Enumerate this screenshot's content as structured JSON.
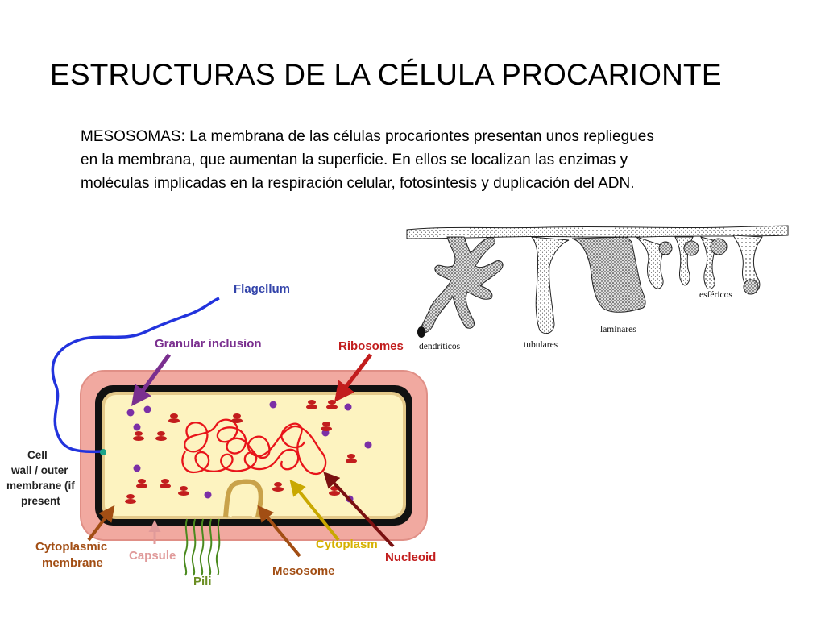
{
  "slide": {
    "title": "ESTRUCTURAS DE LA CÉLULA PROCARIONTE",
    "paragraph_lines": [
      "MESOSOMAS: La membrana de las células procariontes presentan unos repliegues",
      "en la membrana, que aumentan la superficie. En ellos se localizan las enzimas y",
      "moléculas implicadas en la respiración celular, fotosíntesis y duplicación del ADN."
    ]
  },
  "mesosome_figure": {
    "labels": {
      "dendritic": "dendríticos",
      "tubular": "tubulares",
      "laminar": "laminares",
      "spherical": "esféricos"
    }
  },
  "cell_diagram": {
    "labels": {
      "flagellum": "Flagellum",
      "granular_inclusion": "Granular inclusion",
      "ribosomes": "Ribosomes",
      "cell_wall": [
        "Cell",
        "wall / outer",
        "membrane (if",
        "present"
      ],
      "cytoplasmic_membrane": [
        "Cytoplasmic",
        "membrane"
      ],
      "capsule": "Capsule",
      "pili": "Pili",
      "mesosome": "Mesosome",
      "cytoplasm": "Cytoplasm",
      "nucleoid": "Nucleoid"
    },
    "colors": {
      "capsule": "#f1a9a0",
      "cell_wall": "#111111",
      "cytoplasm": "#fdf3c0",
      "flagellum": "#2233dd",
      "dna": "#e8141a",
      "ribosome": "#c21d1d",
      "granule": "#7b2fa6",
      "pili": "#4a8a1e",
      "mesosome": "#c9a24a"
    }
  }
}
